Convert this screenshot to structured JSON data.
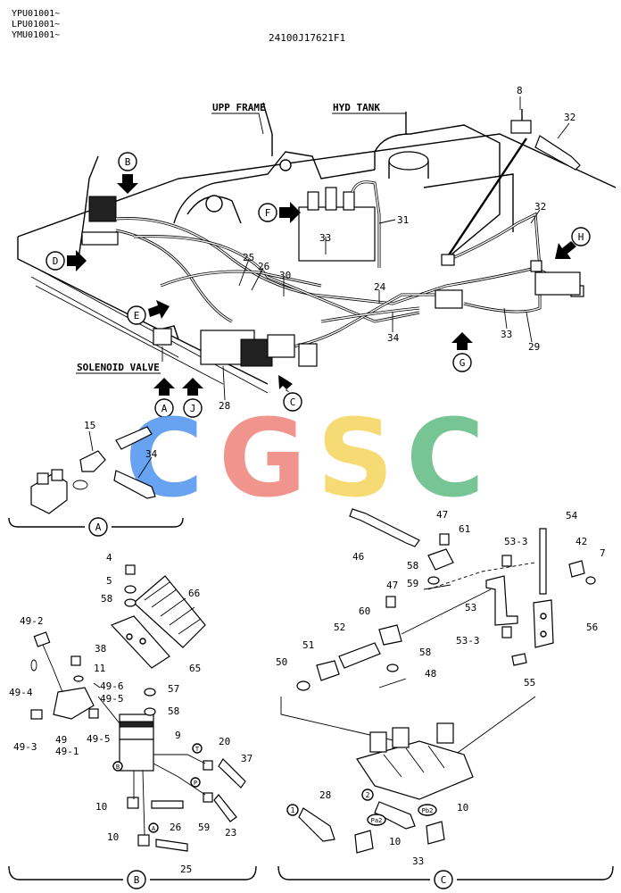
{
  "header": {
    "serials": [
      "YPU01001~",
      "LPU01001~",
      "YMU01001~"
    ],
    "drawing_number": "24100J17621F1"
  },
  "main_labels": {
    "upp_frame": "UPP FRAME",
    "hyd_tank": "HYD TANK",
    "solenoid_valve": "SOLENOID VALVE"
  },
  "callout_letters": {
    "a": "A",
    "b": "B",
    "c": "C",
    "d": "D",
    "e": "E",
    "f": "F",
    "g": "G",
    "h": "H",
    "j": "J"
  },
  "main_parts": [
    "8",
    "32",
    "31",
    "33",
    "25",
    "26",
    "30",
    "24",
    "34",
    "32",
    "33",
    "29",
    "28"
  ],
  "watermark": {
    "letters": [
      "C",
      "G",
      "S",
      "C"
    ],
    "colors": [
      "#5b9cf0",
      "#f08b84",
      "#f6d86a",
      "#6cc08d"
    ]
  },
  "detail_a": {
    "title": "A",
    "parts": [
      "15",
      "34"
    ]
  },
  "detail_b": {
    "title": "B",
    "parts": [
      "4",
      "5",
      "58",
      "66",
      "49-2",
      "38",
      "11",
      "49-6",
      "49-5",
      "49-4",
      "49-3",
      "49",
      "49-1",
      "49-5",
      "65",
      "57",
      "58",
      "9",
      "20",
      "37",
      "10",
      "26",
      "59",
      "23",
      "10",
      "25"
    ],
    "port_marks": [
      "T",
      "P",
      "B",
      "A"
    ]
  },
  "detail_c": {
    "title": "C",
    "parts": [
      "47",
      "61",
      "46",
      "58",
      "59",
      "54",
      "53-3",
      "42",
      "7",
      "53",
      "47",
      "60",
      "52",
      "51",
      "50",
      "58",
      "48",
      "56",
      "53-3",
      "55",
      "28",
      "10",
      "33",
      "10"
    ],
    "port_marks": [
      "1",
      "2",
      "Pa2",
      "Pb2"
    ]
  }
}
